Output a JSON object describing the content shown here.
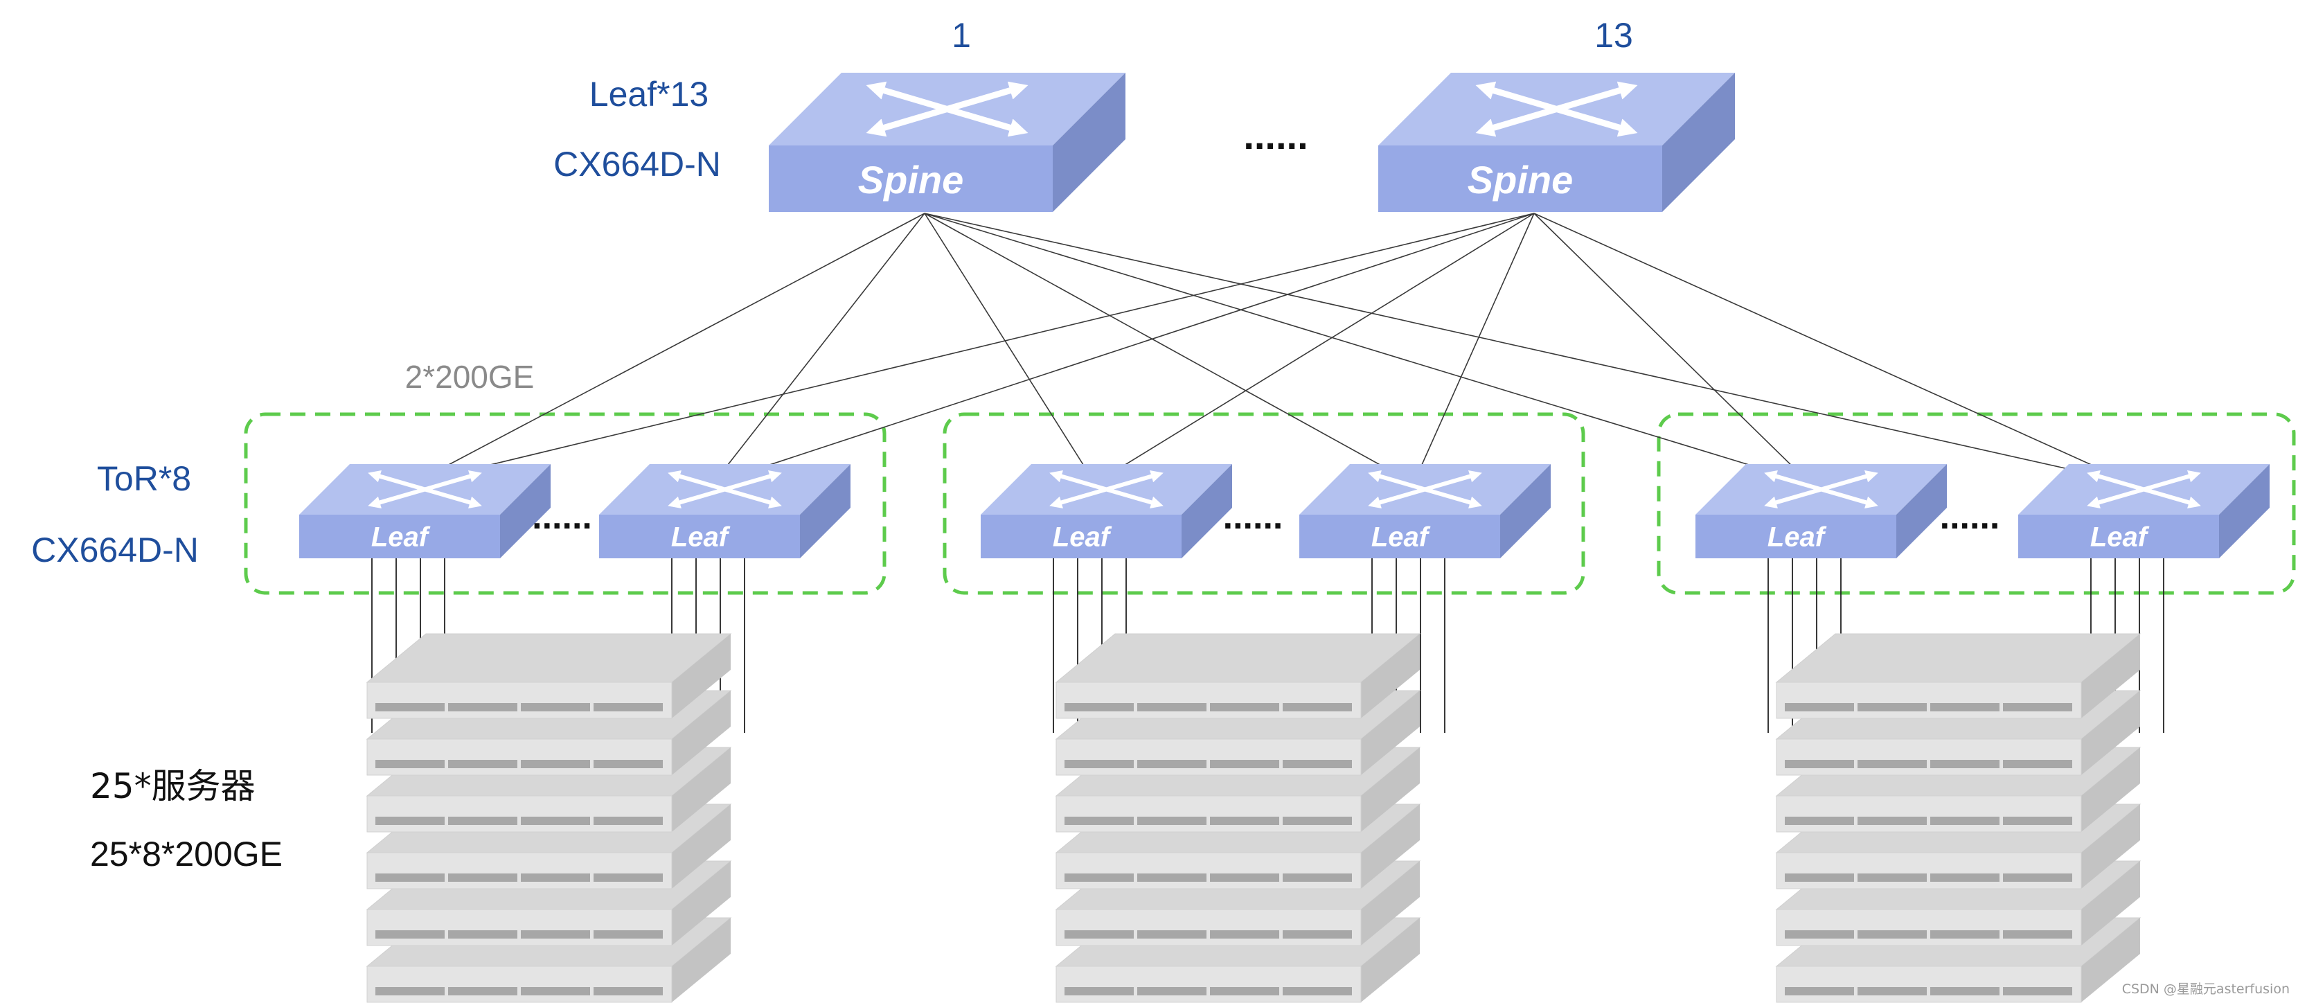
{
  "colors": {
    "switch_front": "#97A9E6",
    "switch_top": "#B3C1EF",
    "switch_side": "#7B8DC8",
    "label_blue": "#1F4E9C",
    "group_border": "#5DCB4C",
    "link_line": "#3a3a3a",
    "server_front": "#E4E4E4",
    "server_top": "#D7D7D7",
    "server_side": "#C3C3C3",
    "server_slot": "#A7A7A7",
    "bandwidth_gray": "#8a8a8a"
  },
  "spine": {
    "tier_line1": "Leaf*13",
    "tier_line2": "CX664D-N",
    "first_index": "1",
    "last_index": "13",
    "switch_label": "Spine",
    "ellipsis": "......"
  },
  "leaf": {
    "tier_line1": "ToR*8",
    "tier_line2": "CX664D-N",
    "switch_label": "Leaf",
    "ellipsis": "......"
  },
  "link_bandwidth": "2*200GE",
  "servers": {
    "count_label": "25*服务器",
    "ports_label": "25*8*200GE"
  },
  "groups": [
    {
      "id": "g1"
    },
    {
      "id": "g2"
    },
    {
      "id": "g3"
    }
  ],
  "watermark": "CSDN @星融元asterfusion",
  "icons": {
    "switch": "switch-cross-arrows-icon",
    "server": "rack-server-icon"
  }
}
